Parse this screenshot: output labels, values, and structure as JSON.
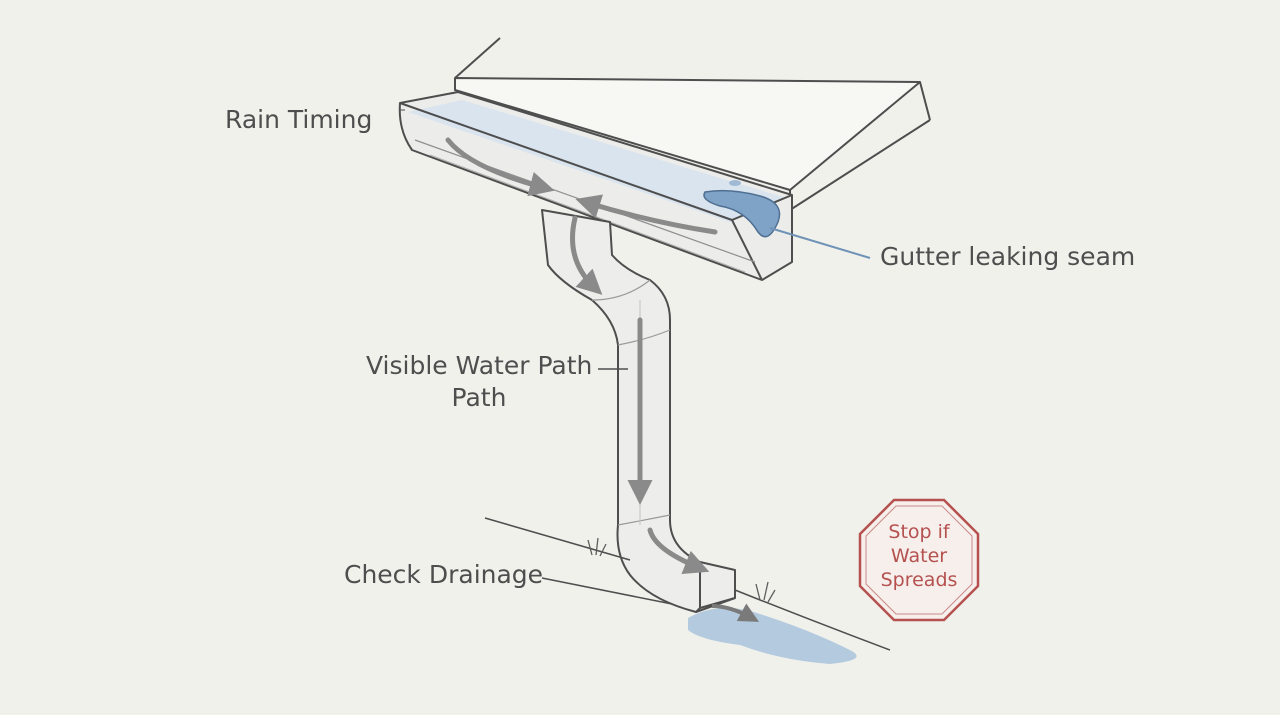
{
  "labels": {
    "rain_timing": "Rain Timing",
    "gutter_leak": "Gutter leaking seam",
    "water_path_line1": "Visible Water Path",
    "water_path_line2": "Path",
    "check_drainage": "Check Drainage"
  },
  "stop_sign": {
    "line1": "Stop if",
    "line2": "Water",
    "line3": "Spreads"
  },
  "colors": {
    "background": "#f1f1ec",
    "ink": "#4e4e4e",
    "water": "#a9c3dc",
    "water_dark": "#6f93b6",
    "stop_red": "#b5514f",
    "arrow": "#8a8a8a"
  },
  "icons": [
    "gutter",
    "downspout",
    "flow-arrow",
    "stop-sign",
    "grass-tuft",
    "water-puddle"
  ]
}
